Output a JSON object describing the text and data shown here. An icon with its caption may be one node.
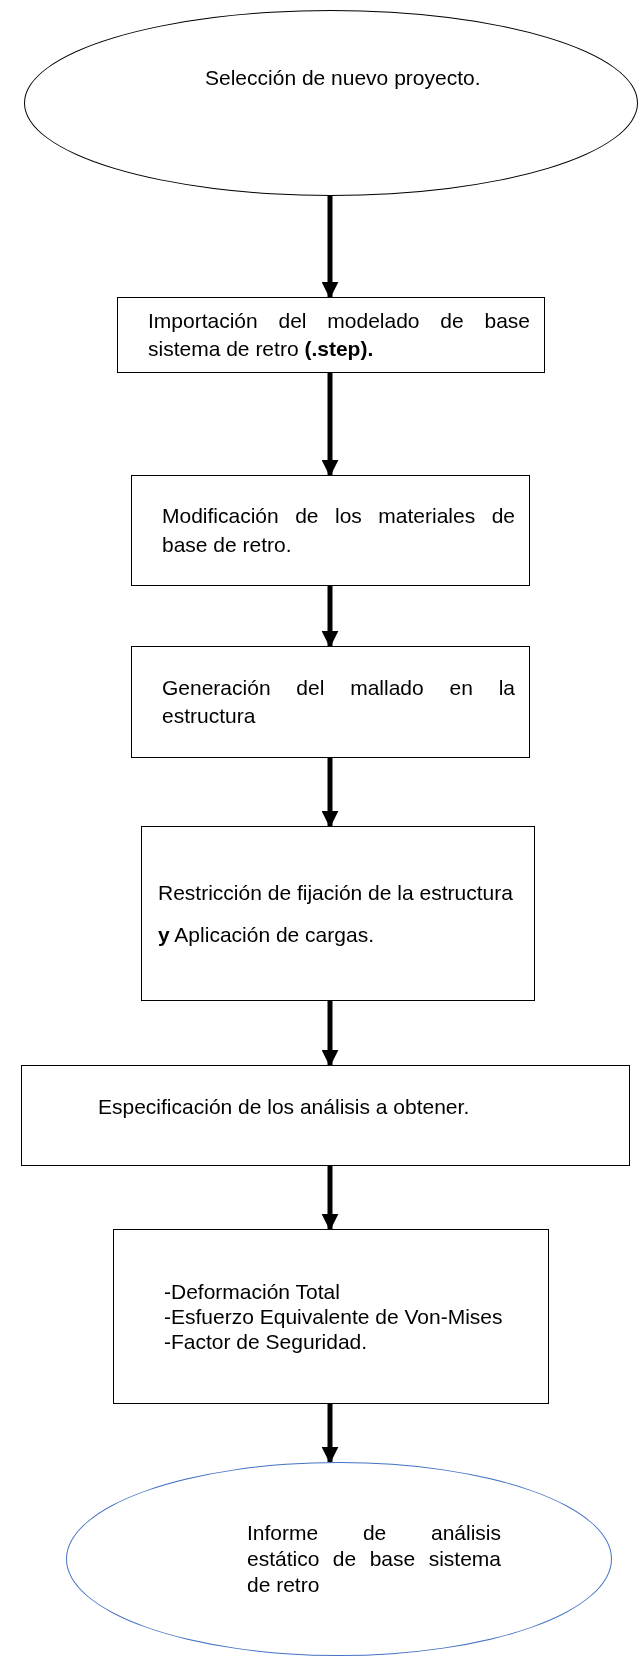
{
  "diagram": {
    "nodes": [
      {
        "text": [
          "Selección de nuevo proyecto."
        ]
      },
      {
        "text": [
          "Importación del modelado de base sistema de retro **(.step).**"
        ]
      },
      {
        "text": [
          "Modificación de los materiales de base de retro."
        ]
      },
      {
        "text": [
          "Generación del mallado en la estructura"
        ]
      },
      {
        "text": [
          "Restricción de fijación de la estructura **y** Aplicación de cargas."
        ]
      },
      {
        "text": [
          "Especificación de los análisis a obtener."
        ]
      },
      {
        "text": [
          "-Deformación Total",
          "-Esfuerzo Equivalente de Von-Mises",
          "-Factor de Seguridad."
        ]
      },
      {
        "text": [
          "Informe de análisis estático de base sistema de retro"
        ]
      }
    ],
    "edges": [
      {
        "from": 0,
        "to": 1,
        "arrow": "to"
      },
      {
        "from": 1,
        "to": 2,
        "arrow": "to"
      },
      {
        "from": 2,
        "to": 3,
        "arrow": "to"
      },
      {
        "from": 3,
        "to": 4,
        "arrow": "to"
      },
      {
        "from": 4,
        "to": 5,
        "arrow": "to"
      },
      {
        "from": 5,
        "to": 6,
        "arrow": "to"
      },
      {
        "from": 6,
        "to": 7,
        "arrow": "to"
      }
    ]
  }
}
